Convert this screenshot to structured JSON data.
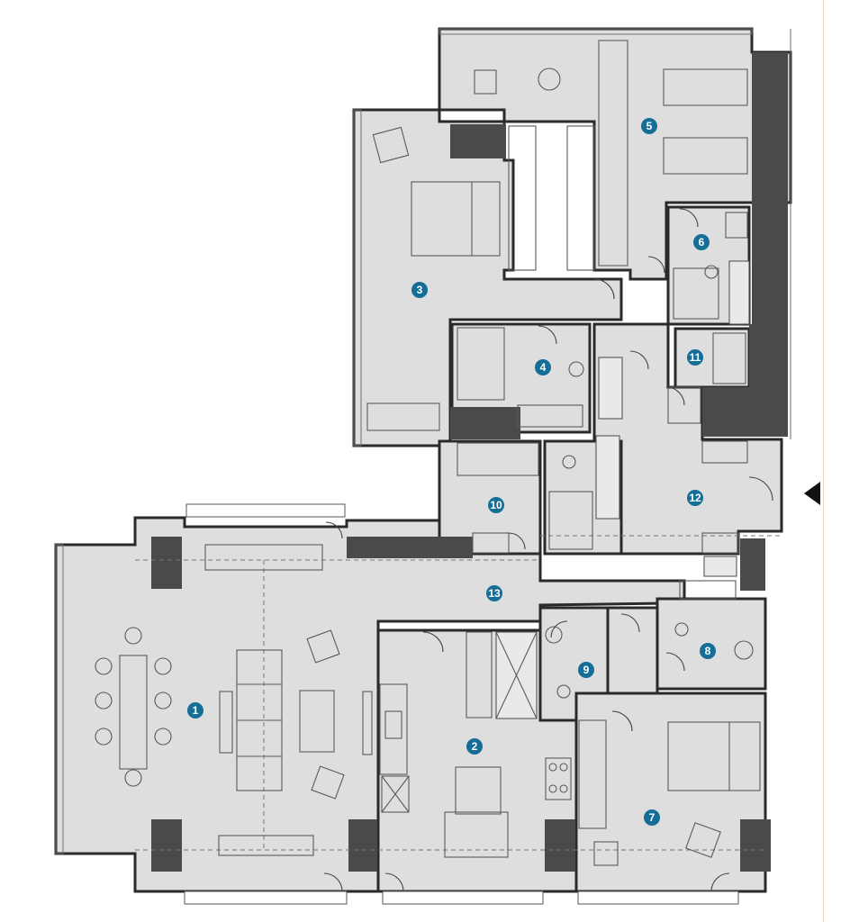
{
  "plan": {
    "rooms": [
      {
        "number": "1"
      },
      {
        "number": "2"
      },
      {
        "number": "3"
      },
      {
        "number": "4"
      },
      {
        "number": "5"
      },
      {
        "number": "6"
      },
      {
        "number": "7"
      },
      {
        "number": "8"
      },
      {
        "number": "9"
      },
      {
        "number": "10"
      },
      {
        "number": "11"
      },
      {
        "number": "12"
      },
      {
        "number": "13"
      }
    ],
    "colors": {
      "marker": "#156e96",
      "floor": "#dedede",
      "wall": "#4a4a4a",
      "entrance_arrow": "#111111"
    },
    "entrance": {
      "icon": "entrance-arrow-icon"
    }
  }
}
